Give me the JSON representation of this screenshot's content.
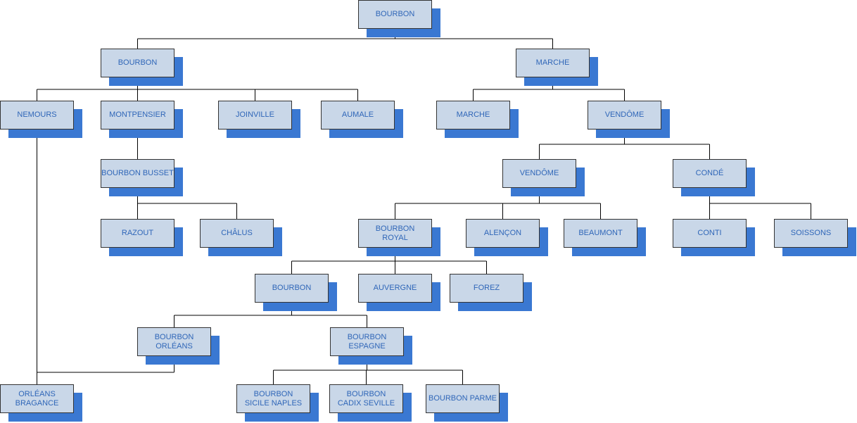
{
  "nodes": [
    {
      "id": "bourbon-root",
      "label": "BOURBON"
    },
    {
      "id": "bourbon",
      "label": "BOURBON"
    },
    {
      "id": "marche",
      "label": "MARCHE"
    },
    {
      "id": "nemours",
      "label": "NEMOURS"
    },
    {
      "id": "montpensier",
      "label": "MONTPENSIER"
    },
    {
      "id": "joinville",
      "label": "JOINVILLE"
    },
    {
      "id": "aumale",
      "label": "AUMALE"
    },
    {
      "id": "marche-2",
      "label": "MARCHE"
    },
    {
      "id": "vendome",
      "label": "VENDÔME"
    },
    {
      "id": "bourbon-busset",
      "label": "BOURBON BUSSET"
    },
    {
      "id": "vendome-2",
      "label": "VENDÔME"
    },
    {
      "id": "conde",
      "label": "CONDÉ"
    },
    {
      "id": "razout",
      "label": "RAZOUT"
    },
    {
      "id": "chalus",
      "label": "CHÂLUS"
    },
    {
      "id": "bourbon-royal",
      "label": "BOURBON\nROYAL"
    },
    {
      "id": "alencon",
      "label": "ALENÇON"
    },
    {
      "id": "beaumont",
      "label": "BEAUMONT"
    },
    {
      "id": "conti",
      "label": "CONTI"
    },
    {
      "id": "soissons",
      "label": "SOISSONS"
    },
    {
      "id": "bourbon-3",
      "label": "BOURBON"
    },
    {
      "id": "auvergne",
      "label": "AUVERGNE"
    },
    {
      "id": "forez",
      "label": "FOREZ"
    },
    {
      "id": "bourbon-orleans",
      "label": "BOURBON\nORLÉANS"
    },
    {
      "id": "bourbon-espagne",
      "label": "BOURBON\nESPAGNE"
    },
    {
      "id": "orleans-bragance",
      "label": "ORLÉANS\nBRAGANCE"
    },
    {
      "id": "bourbon-sicile-naples",
      "label": "BOURBON\nSICILE NAPLES"
    },
    {
      "id": "bourbon-cadix-seville",
      "label": "BOURBON\nCADIX SEVILLE"
    },
    {
      "id": "bourbon-parme",
      "label": "BOURBON PARME"
    }
  ],
  "edges": [
    [
      "bourbon-root",
      "bourbon"
    ],
    [
      "bourbon-root",
      "marche"
    ],
    [
      "bourbon",
      "nemours"
    ],
    [
      "bourbon",
      "montpensier"
    ],
    [
      "bourbon",
      "joinville"
    ],
    [
      "bourbon",
      "aumale"
    ],
    [
      "marche",
      "marche-2"
    ],
    [
      "marche",
      "vendome"
    ],
    [
      "montpensier",
      "bourbon-busset"
    ],
    [
      "bourbon-busset",
      "razout"
    ],
    [
      "bourbon-busset",
      "chalus"
    ],
    [
      "vendome",
      "vendome-2"
    ],
    [
      "vendome",
      "conde"
    ],
    [
      "vendome-2",
      "bourbon-royal"
    ],
    [
      "vendome-2",
      "alencon"
    ],
    [
      "vendome-2",
      "beaumont"
    ],
    [
      "conde",
      "conti"
    ],
    [
      "conde",
      "soissons"
    ],
    [
      "bourbon-royal",
      "bourbon-3"
    ],
    [
      "bourbon-royal",
      "auvergne"
    ],
    [
      "bourbon-royal",
      "forez"
    ],
    [
      "bourbon-3",
      "bourbon-orleans"
    ],
    [
      "bourbon-3",
      "bourbon-espagne"
    ],
    [
      "bourbon-orleans",
      "orleans-bragance"
    ],
    [
      "nemours",
      "orleans-bragance"
    ],
    [
      "bourbon-espagne",
      "bourbon-sicile-naples"
    ],
    [
      "bourbon-espagne",
      "bourbon-cadix-seville"
    ],
    [
      "bourbon-espagne",
      "bourbon-parme"
    ]
  ]
}
